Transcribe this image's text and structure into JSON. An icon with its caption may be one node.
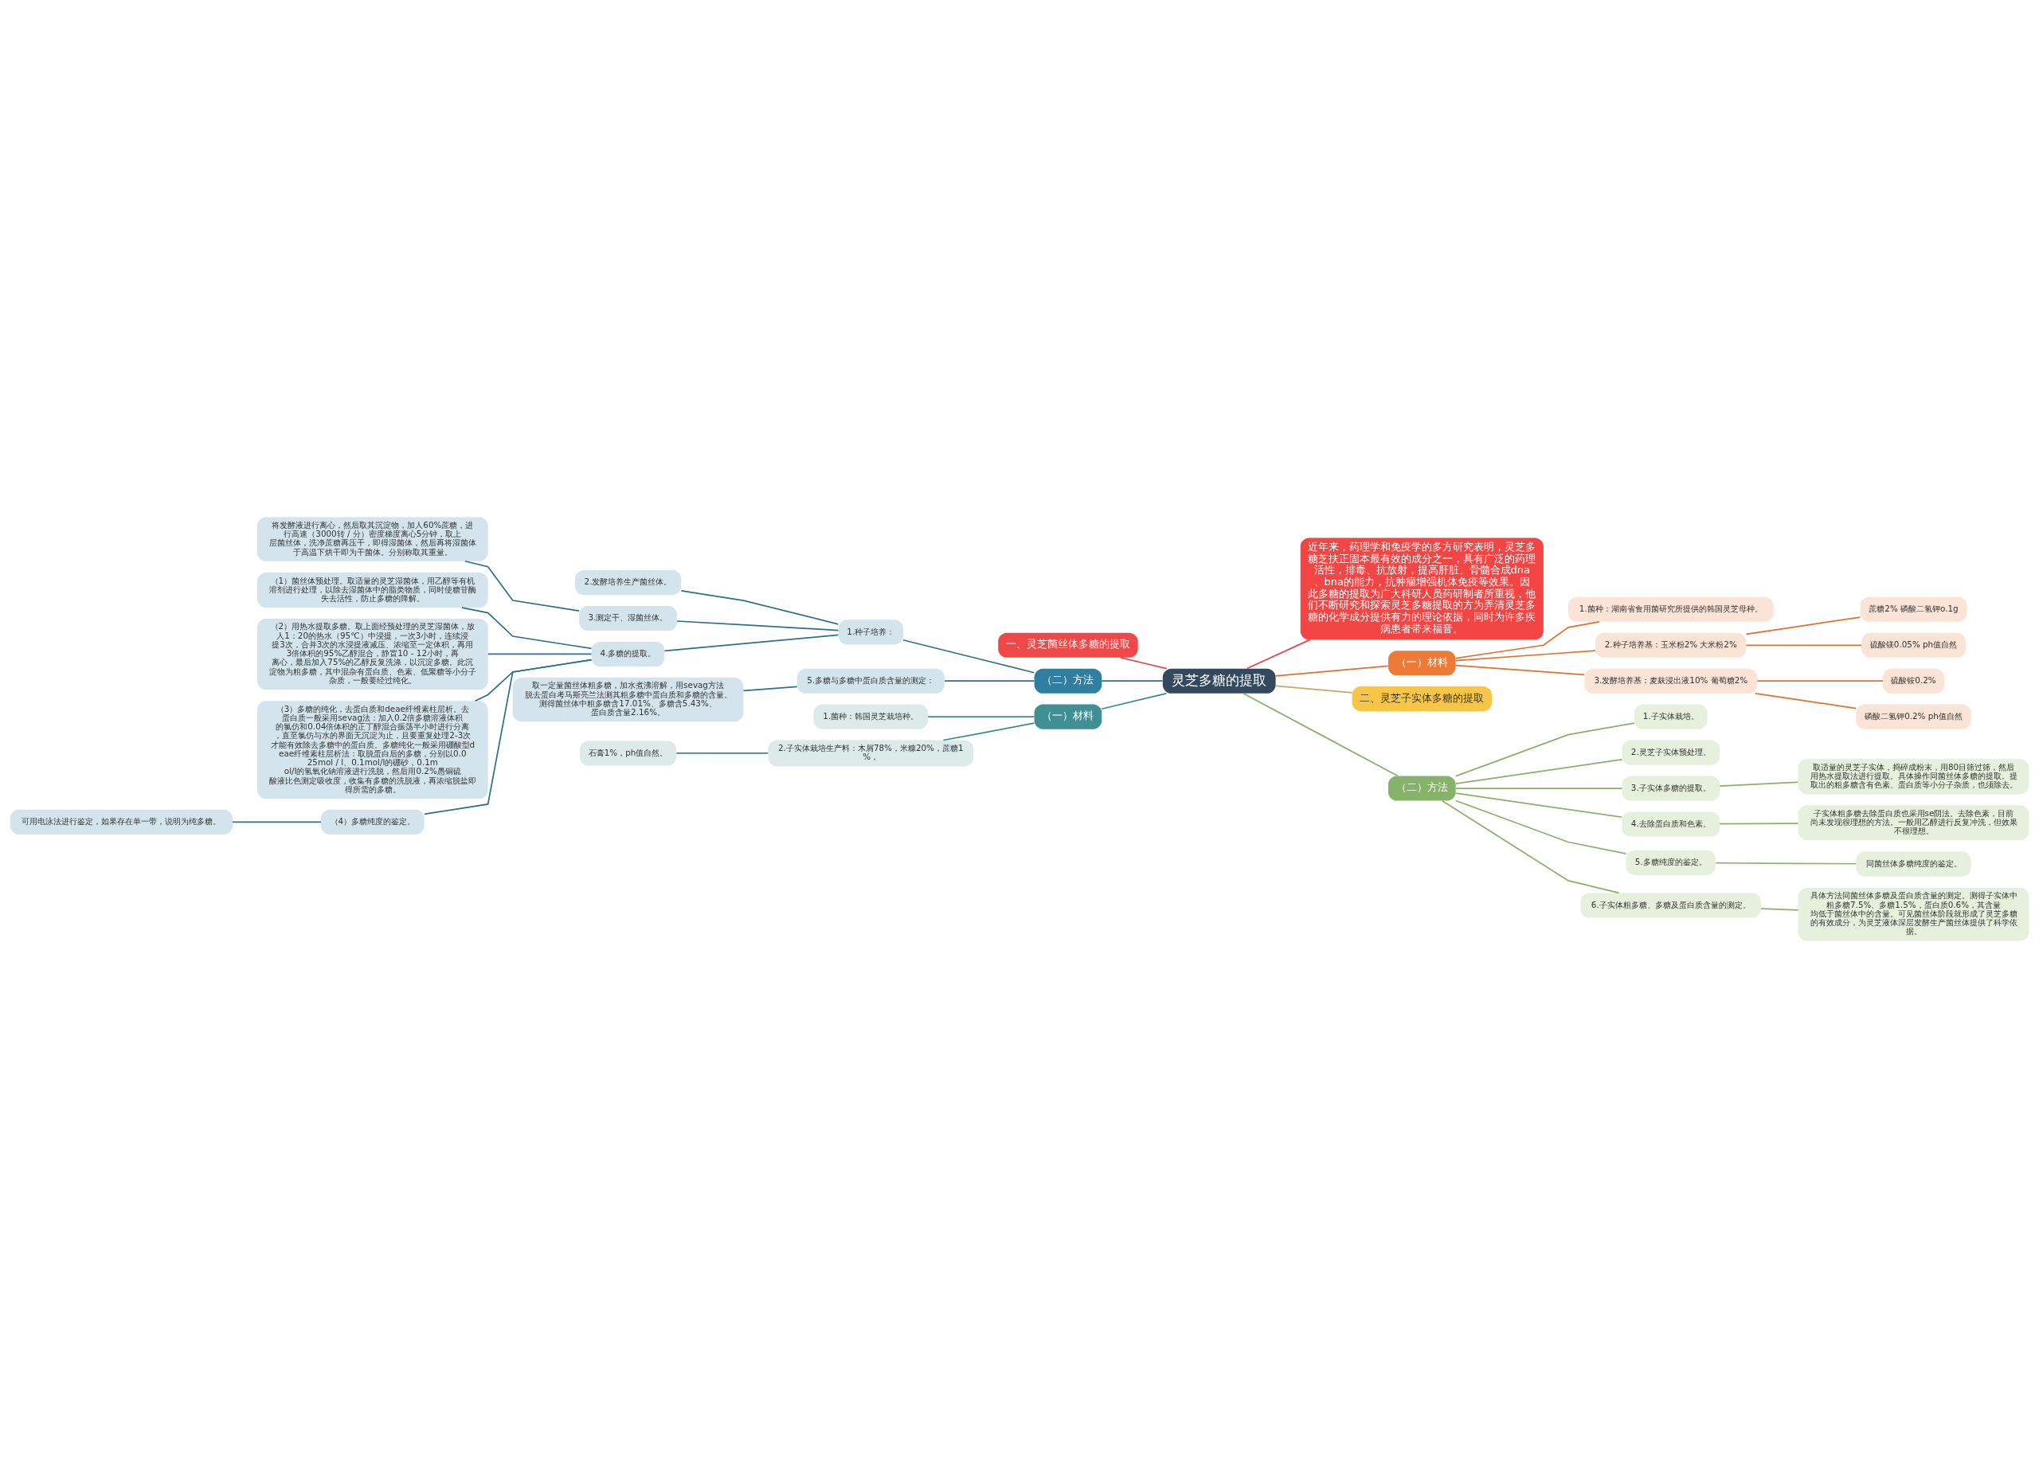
{
  "diagram": {
    "nodes": [
      {
        "text": [
          "灵芝多糖的提取"
        ]
      },
      {
        "text": [
          "近年来，药理学和免疫学的多方研究表明，灵芝多糖芝扶正固本最有效的成分之一，具有广泛的药理活性，排毒、抗放射，提高肝脏、骨髓合成dna、bna的能力，抗肿瘤增强机体免疫等效果。因此多糖的提取为广大科研人员药研制者所重视，他们不断研究和探索灵芝多糖提取的方为弄清灵芝多糖的化学成分提供有力的理论依据，同时为许多疾病患者带来福音。"
        ]
      },
      {
        "text": [
          "（一）材料"
        ]
      },
      {
        "text": [
          "1.菌种：湖南省食用菌研究所提供的韩国灵芝母种。"
        ]
      },
      {
        "text": [
          "2.种子培养基：玉米粉2% 大米粉2%"
        ]
      },
      {
        "text": [
          "蔗糖2% 磷酸二氢钾o.1g"
        ]
      },
      {
        "text": [
          "硫酸镁0.05% ph值自然"
        ]
      },
      {
        "text": [
          "3.发酵培养基：麦麸浸出液10% 葡萄糖2%"
        ]
      },
      {
        "text": [
          "硫酸铵0.2%"
        ]
      },
      {
        "text": [
          "磷酸二氢钾0.2% ph值自然"
        ]
      },
      {
        "text": [
          "二、灵芝子实体多糖的提取"
        ]
      },
      {
        "text": [
          "（二）方法"
        ]
      },
      {
        "text": [
          "1.子实体栽培。"
        ]
      },
      {
        "text": [
          "2.灵芝子实体预处理。"
        ]
      },
      {
        "text": [
          "3.子实体多糖的提取。"
        ]
      },
      {
        "text": [
          "取适量的灵芝子实体，捣碎成粉末，用80目筛过筛，然后用热水提取法进行提取。具体操作同菌丝体多糖的提取。提取出的粗多糖含有色素、蛋白质等小分子杂质，也须除去。"
        ]
      },
      {
        "text": [
          "4.去除蛋白质和色素。"
        ]
      },
      {
        "text": [
          "子实体粗多糖去除蛋白质也采用se阴法。去除色素，目前尚未发现很理想的方法。一般用乙醇进行反复冲洗，但效果不很理想。"
        ]
      },
      {
        "text": [
          "5.多糖纯度的鉴定。"
        ]
      },
      {
        "text": [
          "同菌丝体多糖纯度的鉴定。"
        ]
      },
      {
        "text": [
          "6.子实体粗多糖、多糖及蛋白质含量的测定。"
        ]
      },
      {
        "text": [
          "具体方法同菌丝体多糖及蛋白质含量的测定。测得子实体中粗多糖7.5%、多糖1.5%，蛋白质0.6%，其含量均低于菌丝体中的含量。可见菌丝体阶段就形成了灵芝多糖的有效成分，为灵芝液体深层发酵生产菌丝体提供了科学依据。"
        ]
      },
      {
        "text": [
          "一、灵芝菌丝体多糖的提取"
        ]
      },
      {
        "text": [
          "（二）方法"
        ]
      },
      {
        "text": [
          "1.种子培养："
        ]
      },
      {
        "text": [
          "2.发酵培养生产菌丝体。"
        ]
      },
      {
        "text": [
          "3.测定干、湿菌丝体。"
        ]
      },
      {
        "text": [
          "将发酵液进行离心，然后取其沉淀物，加人60%蔗糖，进行高速（3000转 / 分）密度梯度离心5分钟，取上层菌丝体，洗净蔗糖再压干，即得湿菌体，然后再将湿菌体于高温下烘干即为干菌体。分别称取其重量。"
        ]
      },
      {
        "text": [
          "4.多糖的提取。"
        ]
      },
      {
        "text": [
          "（1）菌丝体预处理。取适量的灵芝湿菌体，用乙醇等有机溶剂进行处理，以除去湿菌体中的脂类物质，同时使糖苷酶失去活性，防止多糖的降解。"
        ]
      },
      {
        "text": [
          "（2）用热水提取多糖。取上面经预处理的灵芝湿菌体，放人1：20的热水（95℃）中浸提，一次3小时，连续浸提3次，合并3次的水浸提液减压、浓缩至一定体积，再用3倍体积的95%乙醇混合，静置10 - 12小时，再离心，最后加入75%的乙醇反复洗涤，以沉淀多糖。此沉淀物为粗多糖，其中混杂有蛋白质、色素、低聚糖等小分子杂质，一般要经过纯化。"
        ]
      },
      {
        "text": [
          "（3）多糖的纯化，去蛋白质和deae纤维素柱层析。去蛋白质一般采用sevag法：加入0.2倍多糖溶液体积的氯仿和0.04倍体积的正丁醇混合振荡半小时进行分离，直至氯仿与水的界面无沉淀为止，且要重复处理2-3次才能有效除去多糖中的蛋白质。多糖纯化一般采用硼酸型deae纤维素柱层析法：取脱蛋白后的多糖，分别以0.025mol / l、0.1mol/l的硼砂，0.1mol/l的氢氧化钠溶液进行洗脱，然后用0.2%愚铜硫酸液比色测定吸收度，收集有多糖的洗脱液，再浓缩脱盐即得所需的多糖。"
        ]
      },
      {
        "text": [
          "（4）多糖纯度的鉴定。"
        ]
      },
      {
        "text": [
          "可用电泳法进行鉴定，如果存在单一带，说明为纯多糖。"
        ]
      },
      {
        "text": [
          "5.多糖与多糖中蛋白质含量的测定："
        ]
      },
      {
        "text": [
          "取一定量菌丝体粗多糖，加水煮沸溶解，用sevag方法脱去蛋白考马斯亮兰法测其粗多糖中蛋白质和多糖的含量。测得菌丝体中粗多糖含17.01%、多糖含5.43%、蛋白质含量2.16%。"
        ]
      },
      {
        "text": [
          "（一）材料"
        ]
      },
      {
        "text": [
          "1.菌种：韩国灵芝栽培种。"
        ]
      },
      {
        "text": [
          "2.子实体栽培生产料：木屑78%，米糠20%，蔗糖1%，"
        ]
      },
      {
        "text": [
          "石膏1%，ph值自然。"
        ]
      }
    ],
    "edges": [
      {
        "from": 0,
        "to": 1,
        "arrow": "none",
        "color": "#e0454b"
      },
      {
        "from": 0,
        "to": 2,
        "arrow": "none",
        "color": "#e07030"
      },
      {
        "from": 2,
        "to": 3,
        "arrow": "none",
        "color": "#e07030"
      },
      {
        "from": 2,
        "to": 4,
        "arrow": "none",
        "color": "#e07030"
      },
      {
        "from": 4,
        "to": 5,
        "arrow": "none",
        "color": "#e07030"
      },
      {
        "from": 4,
        "to": 6,
        "arrow": "none",
        "color": "#e07030"
      },
      {
        "from": 2,
        "to": 7,
        "arrow": "none",
        "color": "#e07030"
      },
      {
        "from": 7,
        "to": 8,
        "arrow": "none",
        "color": "#e07030"
      },
      {
        "from": 7,
        "to": 9,
        "arrow": "none",
        "color": "#e07030"
      },
      {
        "from": 0,
        "to": 10,
        "arrow": "none",
        "color": "#c8a860"
      },
      {
        "from": 0,
        "to": 11,
        "arrow": "none",
        "color": "#8ab06a"
      },
      {
        "from": 11,
        "to": 12,
        "arrow": "none",
        "color": "#8ab06a"
      },
      {
        "from": 11,
        "to": 13,
        "arrow": "none",
        "color": "#8ab06a"
      },
      {
        "from": 11,
        "to": 14,
        "arrow": "none",
        "color": "#8ab06a"
      },
      {
        "from": 14,
        "to": 15,
        "arrow": "none",
        "color": "#8ab06a"
      },
      {
        "from": 11,
        "to": 16,
        "arrow": "none",
        "color": "#8ab06a"
      },
      {
        "from": 16,
        "to": 17,
        "arrow": "none",
        "color": "#8ab06a"
      },
      {
        "from": 11,
        "to": 18,
        "arrow": "none",
        "color": "#8ab06a"
      },
      {
        "from": 18,
        "to": 19,
        "arrow": "none",
        "color": "#8ab06a"
      },
      {
        "from": 11,
        "to": 20,
        "arrow": "none",
        "color": "#8ab06a"
      },
      {
        "from": 20,
        "to": 21,
        "arrow": "none",
        "color": "#8ab06a"
      },
      {
        "from": 0,
        "to": 22,
        "arrow": "none",
        "color": "#e0454b"
      },
      {
        "from": 0,
        "to": 23,
        "arrow": "none",
        "color": "#2c6f8e"
      },
      {
        "from": 23,
        "to": 24,
        "arrow": "none",
        "color": "#2c6f8e"
      },
      {
        "from": 24,
        "to": 25,
        "arrow": "none",
        "color": "#2c6f8e"
      },
      {
        "from": 24,
        "to": 26,
        "arrow": "none",
        "color": "#2c6f8e"
      },
      {
        "from": 26,
        "to": 27,
        "arrow": "none",
        "color": "#2c6f8e"
      },
      {
        "from": 24,
        "to": 28,
        "arrow": "none",
        "color": "#2c6f8e"
      },
      {
        "from": 28,
        "to": 29,
        "arrow": "none",
        "color": "#2c6f8e"
      },
      {
        "from": 28,
        "to": 30,
        "arrow": "none",
        "color": "#2c6f8e"
      },
      {
        "from": 28,
        "to": 31,
        "arrow": "none",
        "color": "#2c6f8e"
      },
      {
        "from": 28,
        "to": 32,
        "arrow": "none",
        "color": "#2c6f8e"
      },
      {
        "from": 32,
        "to": 33,
        "arrow": "none",
        "color": "#2c6f8e"
      },
      {
        "from": 23,
        "to": 34,
        "arrow": "none",
        "color": "#2c6f8e"
      },
      {
        "from": 34,
        "to": 35,
        "arrow": "none",
        "color": "#2c6f8e"
      },
      {
        "from": 0,
        "to": 36,
        "arrow": "none",
        "color": "#3d8a8a"
      },
      {
        "from": 36,
        "to": 37,
        "arrow": "none",
        "color": "#3d8a8a"
      },
      {
        "from": 36,
        "to": 38,
        "arrow": "none",
        "color": "#3d8a8a"
      },
      {
        "from": 38,
        "to": 39,
        "arrow": "none",
        "color": "#3d8a8a"
      }
    ]
  }
}
